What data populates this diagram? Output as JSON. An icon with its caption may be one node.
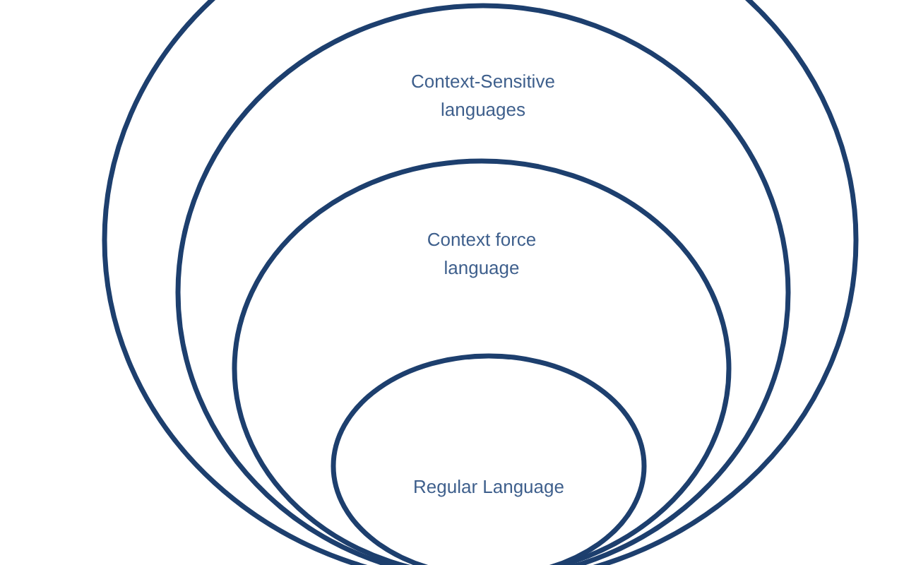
{
  "diagram": {
    "nodes": [
      {
        "text": [],
        "shape": "circle"
      },
      {
        "text": [
          "Context-Sensitive languages"
        ],
        "in": 0
      },
      {
        "text": [
          "Context force language"
        ],
        "in": 1
      },
      {
        "text": [
          "Regular Language"
        ],
        "in": 2
      }
    ]
  }
}
